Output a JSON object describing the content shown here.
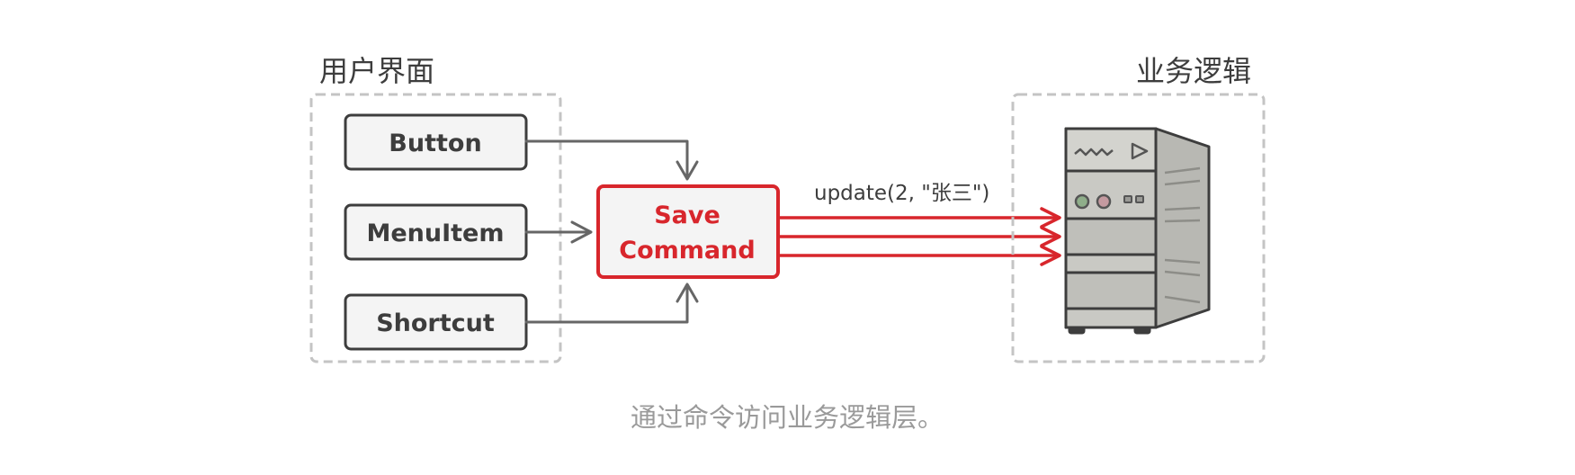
{
  "ui_group": {
    "title": "用户界面",
    "items": [
      {
        "label": "Button"
      },
      {
        "label": "MenuItem"
      },
      {
        "label": "Shortcut"
      }
    ]
  },
  "command": {
    "line1": "Save",
    "line2": "Command"
  },
  "call": {
    "label": "update(2, \"张三\")"
  },
  "business_group": {
    "title": "业务逻辑",
    "server_icon": "server-icon"
  },
  "caption": "通过命令访问业务逻辑层。",
  "colors": {
    "accent": "#d8262c",
    "text": "#3d3d3d",
    "arrow_gray": "#666666",
    "dashed_border": "#c4c4c4",
    "box_fill": "#f4f4f4",
    "caption": "#9a9a9a"
  }
}
